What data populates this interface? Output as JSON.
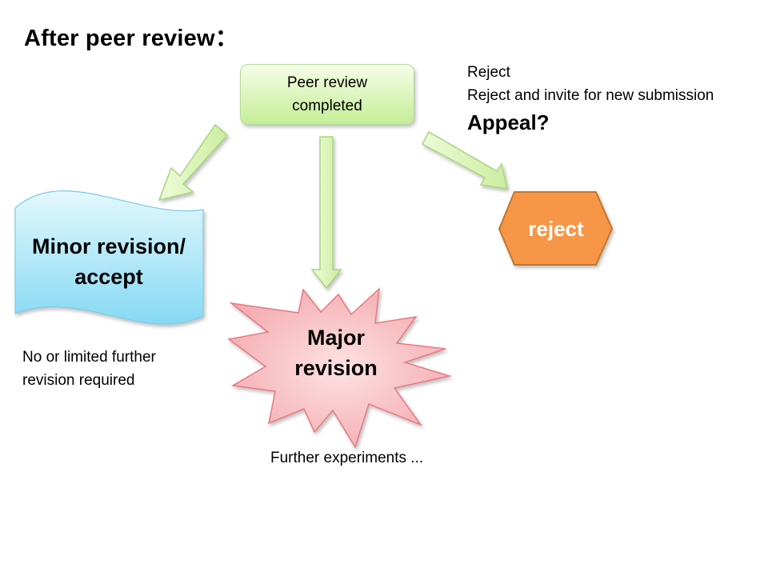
{
  "title": "After peer review：",
  "start": {
    "lines": [
      "Peer review",
      "completed"
    ]
  },
  "reject_reasons": {
    "items": [
      "Reject",
      "Reject and invite for new submission"
    ],
    "emphasis": "Appeal?"
  },
  "outcomes": {
    "minor": {
      "lines": [
        "Minor revision/",
        "accept"
      ],
      "note_lines": [
        "No or limited further",
        "revision required"
      ]
    },
    "major": {
      "lines": [
        "Major",
        "revision"
      ],
      "note": "Further experiments ..."
    },
    "reject": {
      "label": "reject"
    }
  },
  "colors": {
    "arrow_fill": "#d7f3b3",
    "arrow_stroke": "#a8d57f",
    "minor_fill_top": "#d9f6fd",
    "minor_fill_bottom": "#7fd7f3",
    "major_fill": "#f6b0b3",
    "reject_fill": "#f79646",
    "reject_stroke": "#c0762f"
  }
}
